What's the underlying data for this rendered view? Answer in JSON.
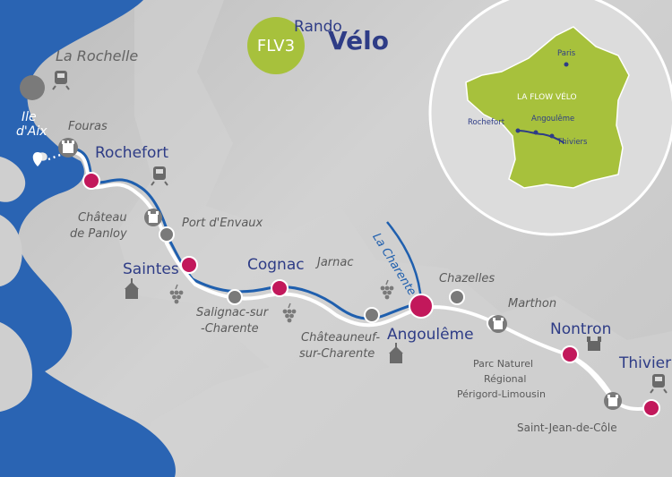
{
  "brand": {
    "badge": "FLV3",
    "rando": "Rando",
    "velo": "Vélo"
  },
  "colors": {
    "sea": "#2a64b3",
    "land": "#c9c9c9",
    "route": "#1f5fae",
    "stop_major": "#c2185b",
    "stop_minor": "#7a7a7a",
    "inset_land": "#a7c13c"
  },
  "places": {
    "la_rochelle": "La Rochelle",
    "ile_daix_1": "Ile",
    "ile_daix_2": "d'Aix",
    "fouras": "Fouras",
    "rochefort": "Rochefort",
    "chateau_1": "Château",
    "chateau_2": "de Panloy",
    "port_denvaux": "Port d'Envaux",
    "saintes": "Saintes",
    "salignac_1": "Salignac-sur",
    "salignac_2": "-Charente",
    "cognac": "Cognac",
    "jarnac": "Jarnac",
    "chateauneuf_1": "Châteauneuf-",
    "chateauneuf_2": "sur-Charente",
    "chazelles": "Chazelles",
    "angouleme": "Angoulême",
    "marthon": "Marthon",
    "nontron": "Nontron",
    "parc_1": "Parc Naturel",
    "parc_2": "Régional",
    "parc_3": "Périgord-Limousin",
    "thiviers": "Thiviers",
    "saint_jean": "Saint-Jean-de-Côle"
  },
  "river": "La Charente",
  "inset": {
    "title": "LA FLOW VÉLO",
    "paris": "Paris",
    "rochefort": "Rochefort",
    "angouleme": "Angoulême",
    "thiviers": "Thiviers"
  }
}
